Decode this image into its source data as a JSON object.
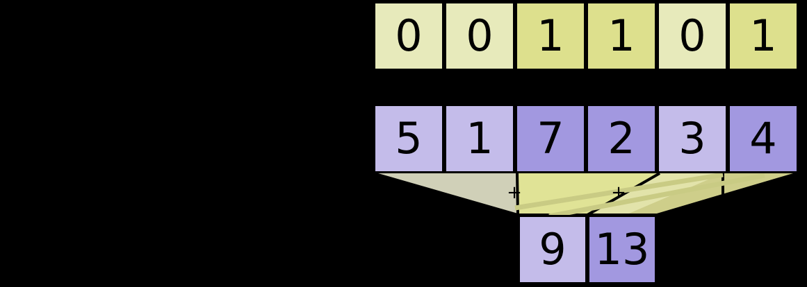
{
  "diagram": {
    "title": "segmented-reduction-flags-values",
    "palette": {
      "background": "#000000",
      "stroke": "#000000",
      "mask_light": "#e7eabb",
      "mask_dark": "#dde08d",
      "value_light": "#c4bcea",
      "value_dark": "#a298e0",
      "funnel_light": "#f0f0cd",
      "funnel_dark": "#dfe096"
    },
    "rows": {
      "mask": {
        "name": "flags-row",
        "cells": [
          {
            "value": "0",
            "tone": "light"
          },
          {
            "value": "0",
            "tone": "light"
          },
          {
            "value": "1",
            "tone": "dark"
          },
          {
            "value": "1",
            "tone": "dark"
          },
          {
            "value": "0",
            "tone": "light"
          },
          {
            "value": "1",
            "tone": "dark"
          }
        ]
      },
      "data": {
        "name": "values-row",
        "cells": [
          {
            "value": "5",
            "tone": "light"
          },
          {
            "value": "1",
            "tone": "light"
          },
          {
            "value": "7",
            "tone": "dark"
          },
          {
            "value": "2",
            "tone": "dark"
          },
          {
            "value": "3",
            "tone": "light"
          },
          {
            "value": "4",
            "tone": "dark"
          }
        ]
      },
      "result": {
        "name": "result-row",
        "cells": [
          {
            "value": "9",
            "tone": "light"
          },
          {
            "value": "13",
            "tone": "dark"
          }
        ]
      }
    },
    "operators": {
      "left_plus": "+",
      "right_plus": "+"
    }
  }
}
